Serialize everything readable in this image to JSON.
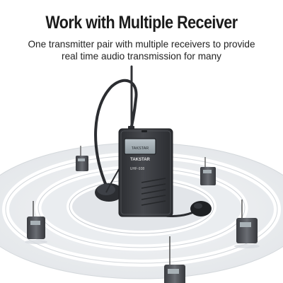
{
  "headline": "Work with Multiple Receiver",
  "subline_1": "One transmitter pair with multiple receivers to provide",
  "subline_2": "real time audio transmission for many",
  "device": {
    "screen_text": "TAKSTAR",
    "brand": "TAKSTAR",
    "model": "UHF-938"
  },
  "receiver_count": 5,
  "colors": {
    "background": "#ffffff",
    "ring": "#e9ebee",
    "ring_edge": "#cfd3d8",
    "device_body": "#3b3d42",
    "headline": "#1b1b1b"
  }
}
